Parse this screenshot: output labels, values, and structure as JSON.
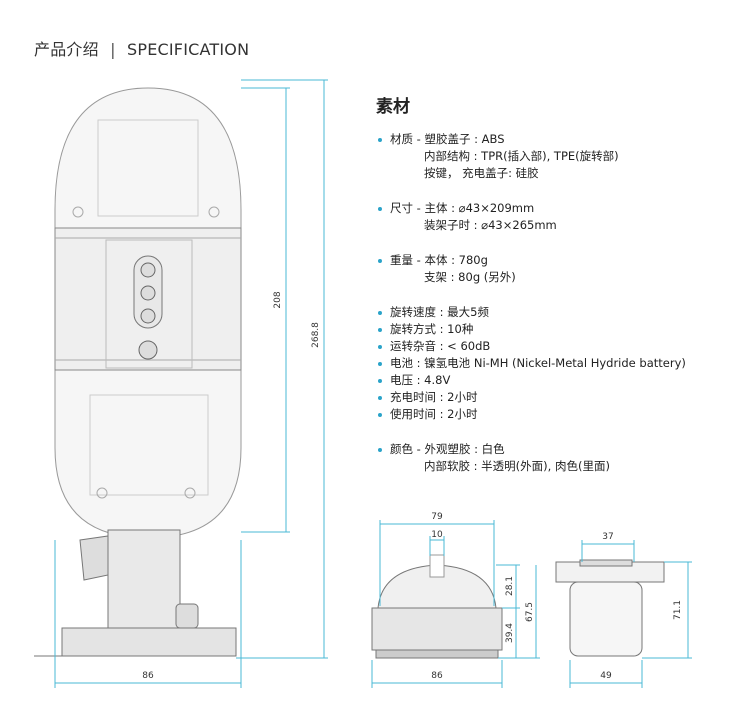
{
  "header": {
    "title_cn": "产品介绍",
    "separator": "|",
    "title_en": "SPECIFICATION"
  },
  "spec": {
    "title": "素材",
    "material": {
      "l1": "材质 - 塑胶盖子 : ABS",
      "l2": "内部结构 : TPR(插入部), TPE(旋转部)",
      "l3": "按键， 充电盖子: 硅胶"
    },
    "size": {
      "l1": "尺寸 - 主体 : ⌀43×209mm",
      "l2": "装架子时 : ⌀43×265mm"
    },
    "weight": {
      "l1": "重量 - 本体 : 780g",
      "l2": "支架 : 80g (另外)"
    },
    "features": [
      "旋转速度 : 最大5频",
      "旋转方式 : 10种",
      "运转杂音 : < 60dB",
      "电池 : 镍氢电池 Ni-MH (Nickel-Metal Hydride battery)",
      "电压 : 4.8V",
      "充电时间 : 2小时",
      "使用时间 : 2小时"
    ],
    "color": {
      "l1": "颜色 - 外观塑胶 : 白色",
      "l2": "内部软胶 : 半透明(外面), 肉色(里面)"
    }
  },
  "dimensions": {
    "main_height": "208",
    "total_height": "268.8",
    "main_width": "86",
    "base_top_width": "79",
    "base_inner_width": "10",
    "base_width": "86",
    "base_h1": "28.1",
    "base_h2": "39.4",
    "base_total": "67.5",
    "side_top": "37",
    "side_height": "71.1",
    "side_width": "49"
  }
}
